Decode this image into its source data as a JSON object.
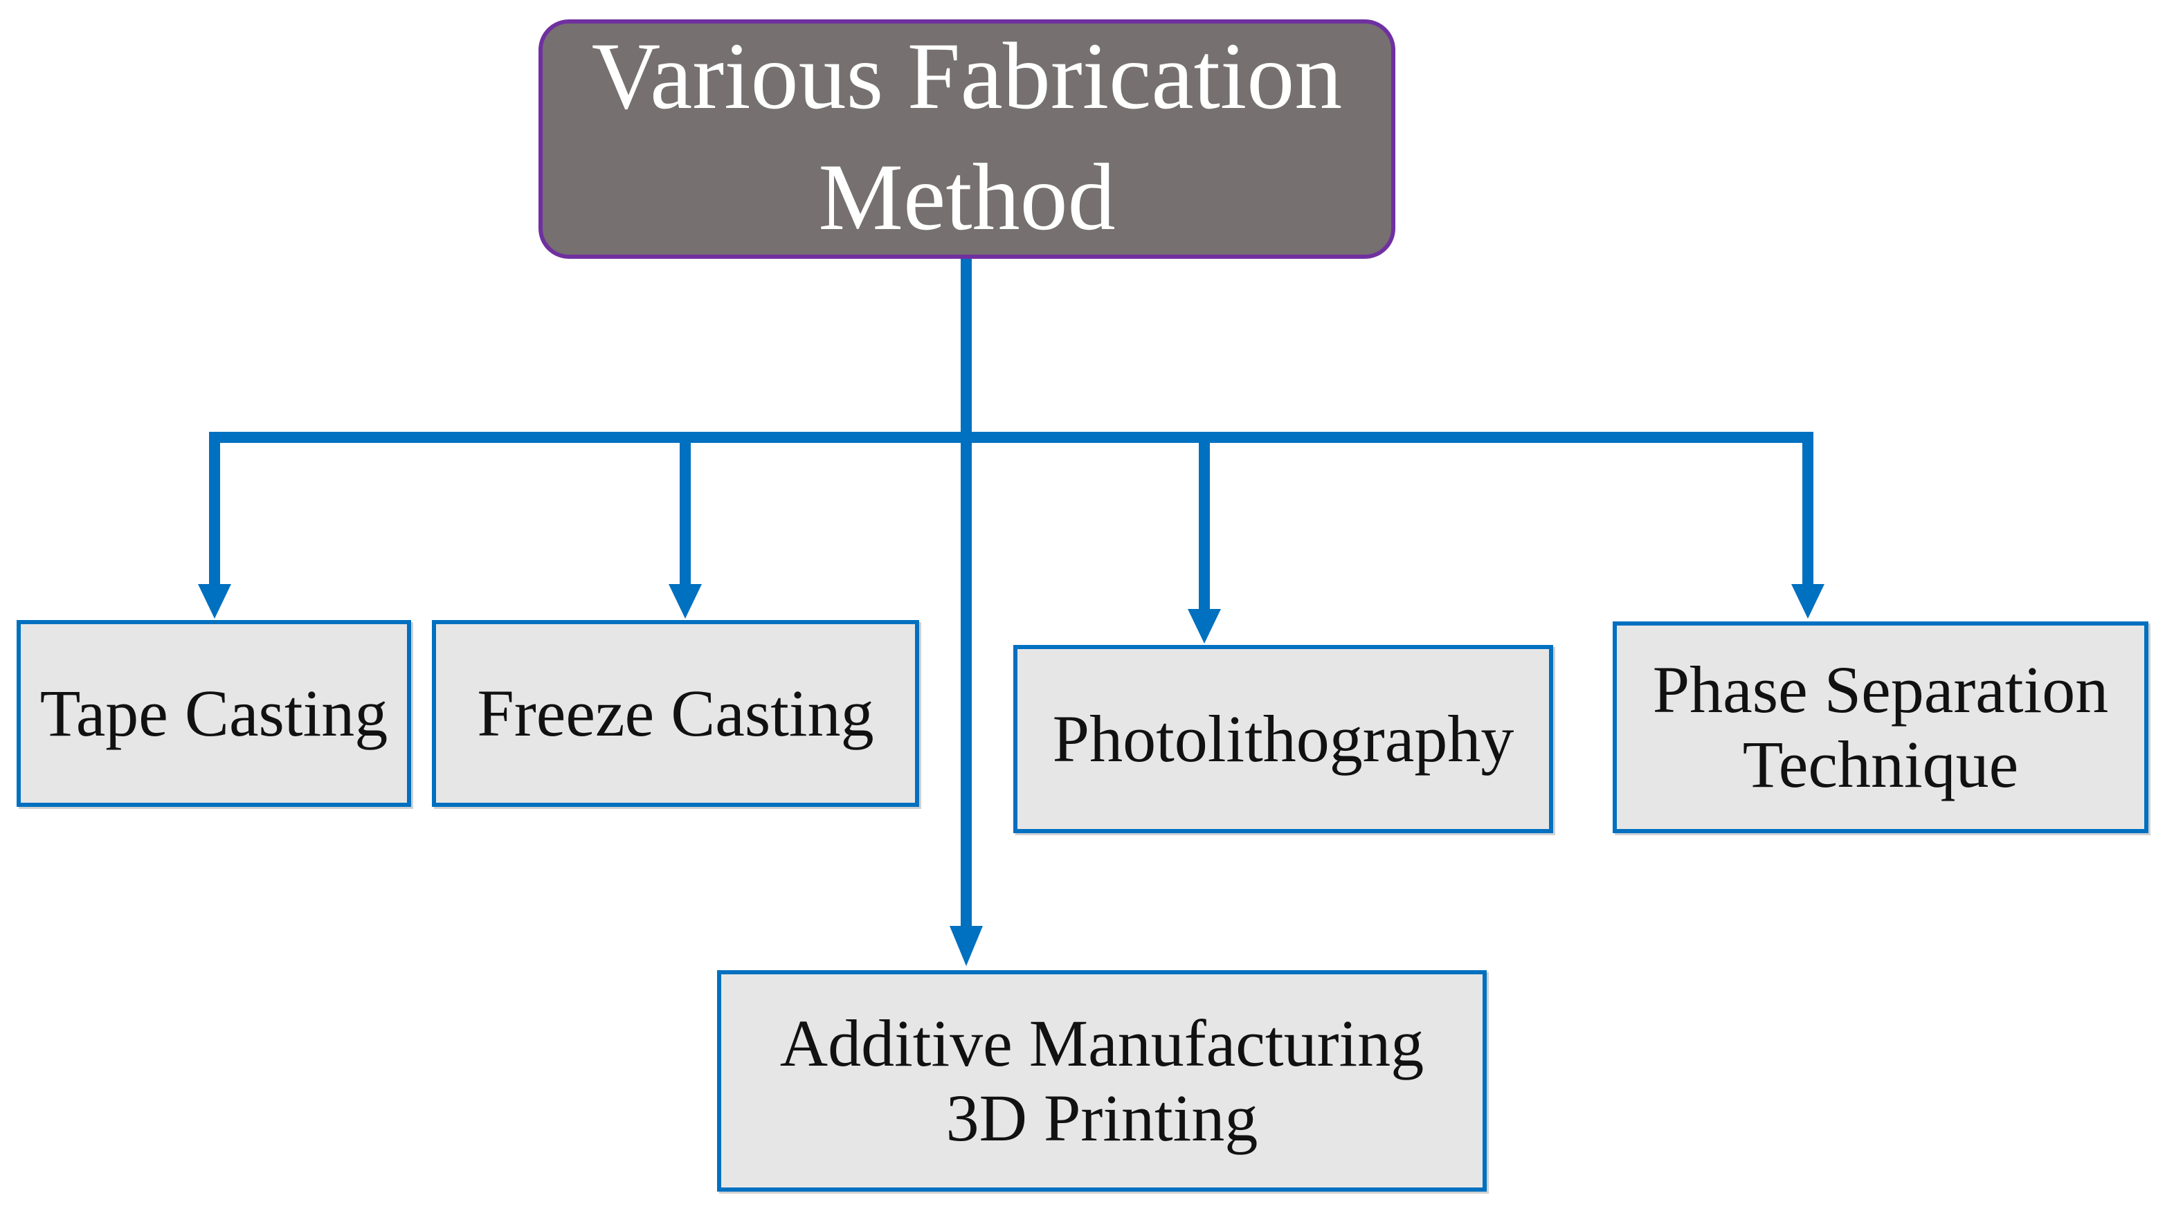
{
  "diagram": {
    "root": {
      "line1": "Various Fabrication",
      "line2": "Method"
    },
    "methods": [
      {
        "line1": "Tape Casting"
      },
      {
        "line1": "Freeze Casting"
      },
      {
        "line1": "Photolithography"
      },
      {
        "line1": "Phase Separation",
        "line2": "Technique"
      },
      {
        "line1": "Additive Manufacturing",
        "line2": "3D Printing"
      }
    ],
    "colors": {
      "root_fill": "#767070",
      "root_border": "#7030a0",
      "leaf_fill": "#e7e6e6",
      "leaf_border": "#0070c0",
      "connector": "#0070c0"
    }
  }
}
